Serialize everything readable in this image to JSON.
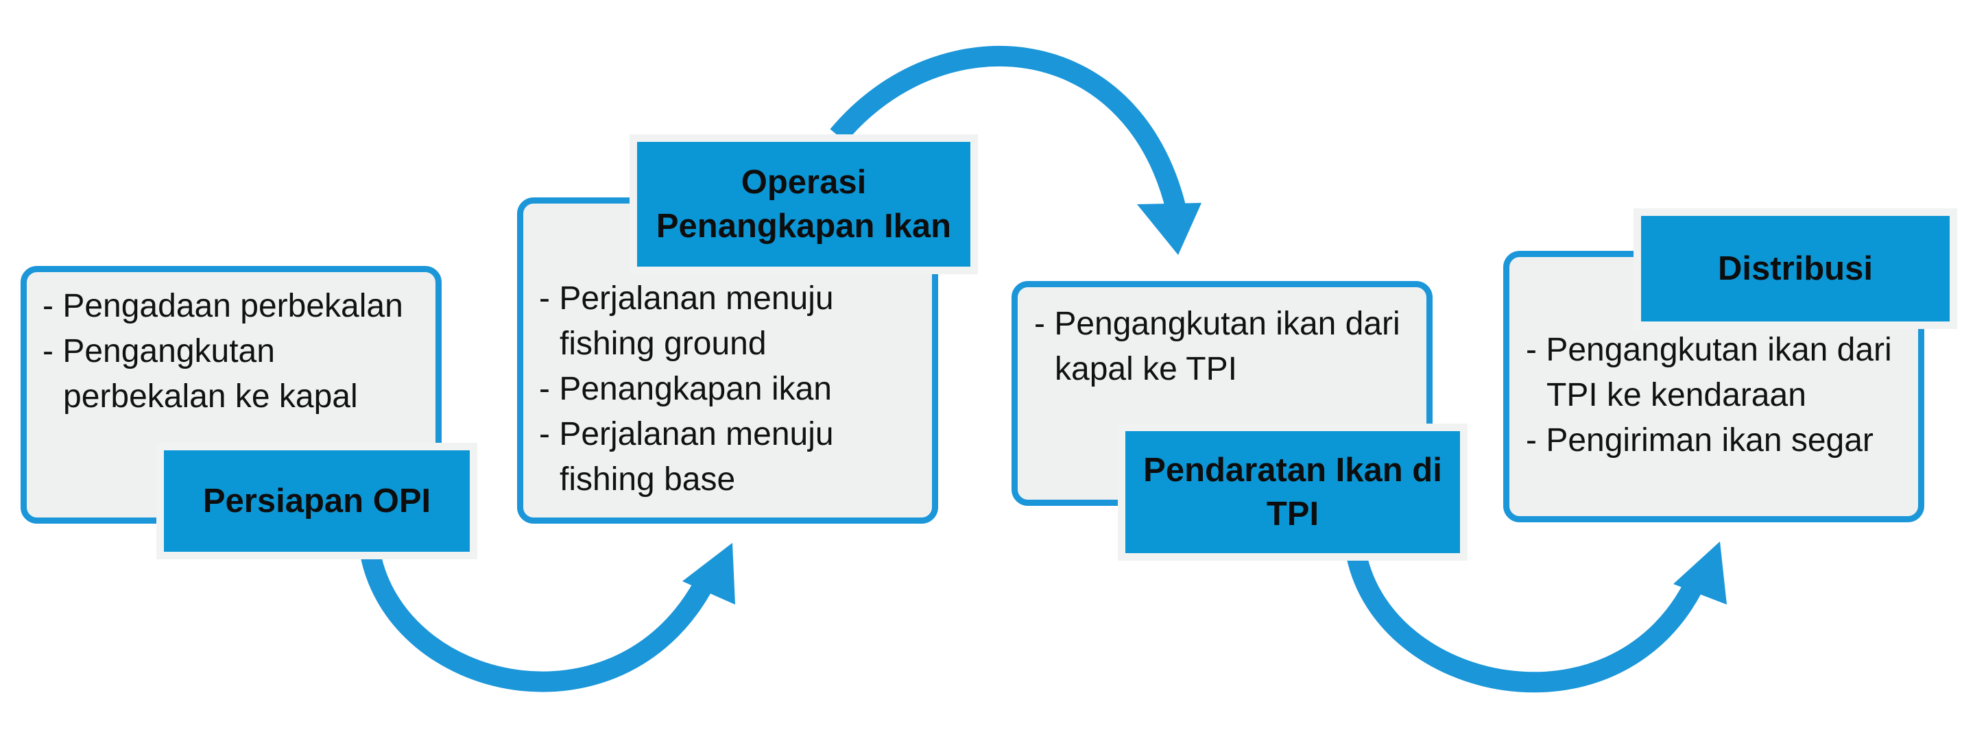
{
  "colors": {
    "accent": "#0b97d6",
    "card_fill": "#eff0f0",
    "card_border": "#1a96d9"
  },
  "stages": [
    {
      "title": "Persiapan OPI",
      "items": [
        "Pengadaan perbekalan",
        "Pengangkutan perbekalan ke kapal"
      ]
    },
    {
      "title": "Operasi Penangkapan Ikan",
      "items": [
        "Perjalanan menuju fishing ground",
        "Penangkapan ikan",
        "Perjalanan menuju fishing base"
      ]
    },
    {
      "title": "Pendaratan Ikan di TPI",
      "items": [
        "Pengangkutan ikan dari kapal ke TPI"
      ]
    },
    {
      "title": "Distribusi",
      "items": [
        "Pengangkutan ikan dari TPI ke kendaraan",
        "Pengiriman ikan segar"
      ]
    }
  ]
}
